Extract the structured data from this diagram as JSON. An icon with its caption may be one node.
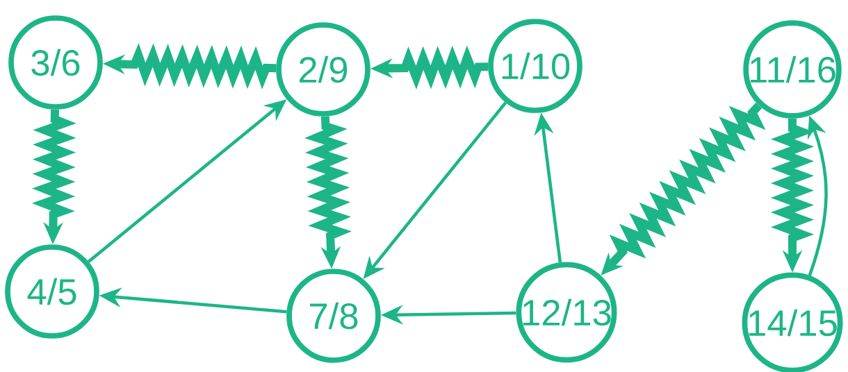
{
  "diagram": {
    "nodes": [
      {
        "text": [
          "3/6"
        ]
      },
      {
        "text": [
          "2/9"
        ]
      },
      {
        "text": [
          "1/10"
        ]
      },
      {
        "text": [
          "11/16"
        ]
      },
      {
        "text": [
          "4/5"
        ]
      },
      {
        "text": [
          "7/8"
        ]
      },
      {
        "text": [
          "12/13"
        ]
      },
      {
        "text": [
          "14/15"
        ]
      }
    ],
    "edges": [
      {
        "from": 1,
        "to": 0,
        "arrow": "to",
        "style": "thick"
      },
      {
        "from": 2,
        "to": 1,
        "arrow": "to",
        "style": "thick"
      },
      {
        "from": 0,
        "to": 4,
        "arrow": "to",
        "style": "thick"
      },
      {
        "from": 4,
        "to": 1,
        "arrow": "to"
      },
      {
        "from": 1,
        "to": 5,
        "arrow": "to",
        "style": "thick"
      },
      {
        "from": 2,
        "to": 5,
        "arrow": "to"
      },
      {
        "from": 5,
        "to": 4,
        "arrow": "to"
      },
      {
        "from": 6,
        "to": 2,
        "arrow": "to"
      },
      {
        "from": 6,
        "to": 5,
        "arrow": "to"
      },
      {
        "from": 3,
        "to": 6,
        "arrow": "to",
        "style": "thick"
      },
      {
        "from": 3,
        "to": 7,
        "arrow": "to",
        "style": "thick"
      },
      {
        "from": 7,
        "to": 3,
        "arrow": "to"
      }
    ]
  }
}
